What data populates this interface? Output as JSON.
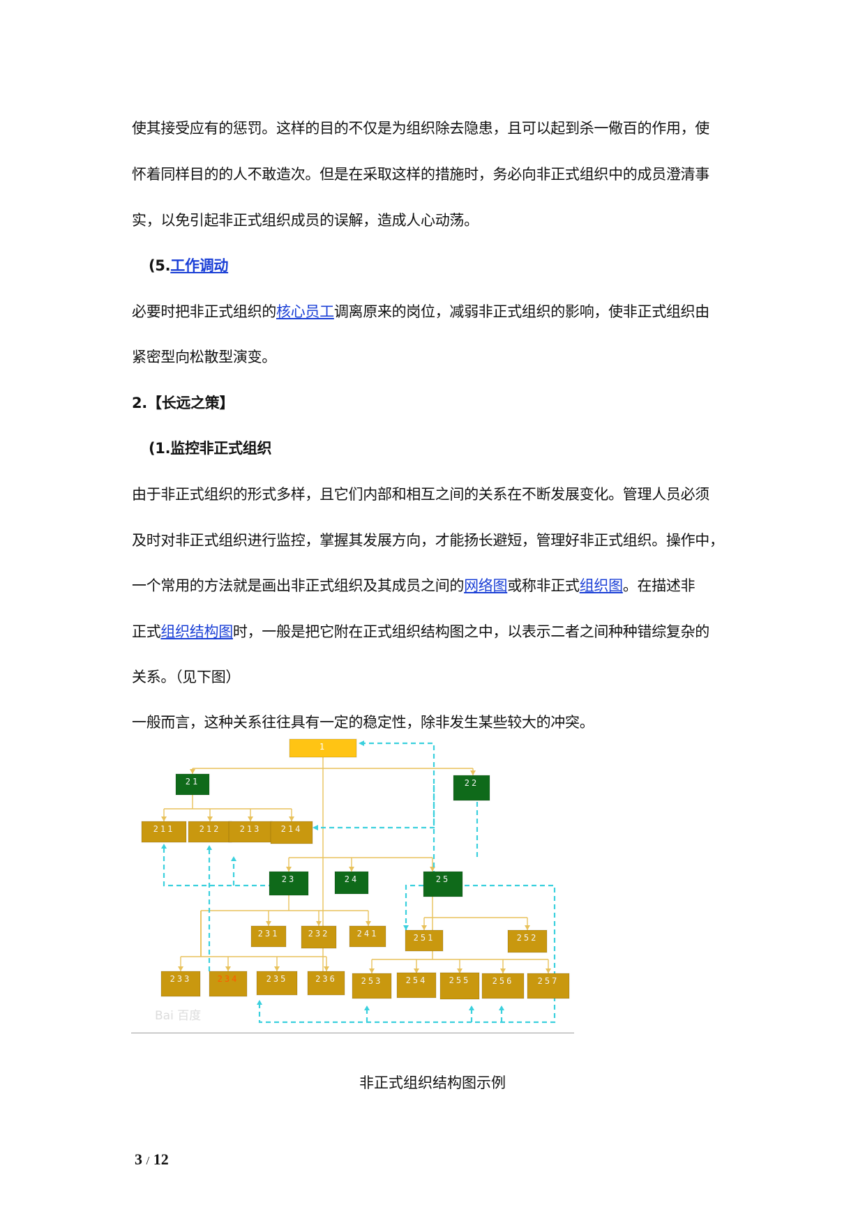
{
  "paragraphs": [
    {
      "text": "使其接受应有的惩罚。这样的目的不仅是为组织除去隐患，且可以起到杀一儆百的作用，使"
    },
    {
      "text": "怀着同样目的的人不敢造次。但是在采取这样的措施时，务必向非正式组织中的成员澄清事"
    },
    {
      "text": "实，以免引起非正式组织成员的误解，造成人心动荡。"
    },
    {
      "prefix": "(5.",
      "link": "工作调动"
    },
    {
      "before": "必要时把非正式组织的",
      "link": "核心员工",
      "after": "调离原来的岗位，减弱非正式组织的影响，使非正式组织由"
    },
    {
      "text": "紧密型向松散型演变。"
    },
    {
      "text": "2.【长远之策】"
    },
    {
      "text": "(1.监控非正式组织"
    },
    {
      "text": "由于非正式组织的形式多样，且它们内部和相互之间的关系在不断发展变化。管理人员必须"
    },
    {
      "text": "及时对非正式组织进行监控，掌握其发展方向，才能扬长避短，管理好非正式组织。操作中，"
    },
    {
      "before": "一个常用的方法就是画出非正式组织及其成员之间的",
      "link": "网络图",
      "middle": "或称非正式",
      "link2": "组织图",
      "after": "。在描述非"
    },
    {
      "before": "正式",
      "link": "组织结构图",
      "after": "时，一般是把它附在正式组织结构图之中，以表示二者之间种种错综复杂的"
    },
    {
      "text": "关系。（见下图）"
    },
    {
      "text": "一般而言，这种关系往往具有一定的稳定性，除非发生某些较大的冲突。"
    }
  ],
  "diagram": {
    "colors": {
      "yellow": "#ffc414",
      "green": "#0f6a1a",
      "gold": "#c9980f",
      "connector": "#e8c15a",
      "dashed": "#3ad0dd",
      "highlight": "#ff5a00"
    },
    "nodes": [
      {
        "id": "n1",
        "label": "1"
      },
      {
        "id": "n21",
        "label": "21"
      },
      {
        "id": "n22",
        "label": "22"
      },
      {
        "id": "n211",
        "label": "211"
      },
      {
        "id": "n212",
        "label": "212"
      },
      {
        "id": "n213",
        "label": "213"
      },
      {
        "id": "n214",
        "label": "214"
      },
      {
        "id": "n23",
        "label": "23"
      },
      {
        "id": "n24",
        "label": "24"
      },
      {
        "id": "n25",
        "label": "25"
      },
      {
        "id": "n231",
        "label": "231"
      },
      {
        "id": "n232",
        "label": "232"
      },
      {
        "id": "n241",
        "label": "241"
      },
      {
        "id": "n251",
        "label": "251"
      },
      {
        "id": "n252",
        "label": "252"
      },
      {
        "id": "n233",
        "label": "233"
      },
      {
        "id": "n234",
        "label": "234"
      },
      {
        "id": "n235",
        "label": "235"
      },
      {
        "id": "n236",
        "label": "236"
      },
      {
        "id": "n253",
        "label": "253"
      },
      {
        "id": "n254",
        "label": "254"
      },
      {
        "id": "n255",
        "label": "255"
      },
      {
        "id": "n256",
        "label": "256"
      },
      {
        "id": "n257",
        "label": "257"
      }
    ],
    "watermark": "Bai 百度"
  },
  "caption": "非正式组织结构图示例",
  "page_number": {
    "current": "3",
    "separator": "/",
    "total": "12"
  }
}
